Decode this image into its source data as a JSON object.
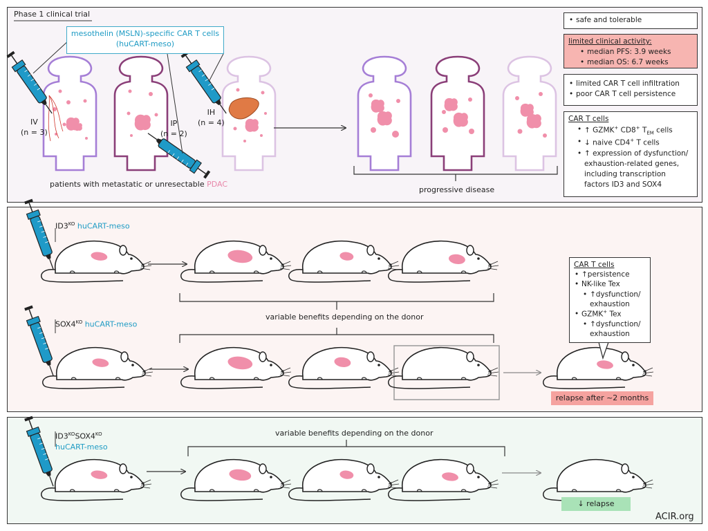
{
  "panel1": {
    "title": "Phase 1 clinical trial",
    "car_label_line1": "mesothelin (MSLN)-specific CAR T cells",
    "car_label_line2": "(huCART-meso)",
    "routes": [
      {
        "name": "IV",
        "n": "(n = 3)"
      },
      {
        "name": "IP",
        "n": "(n = 2)"
      },
      {
        "name": "IH",
        "n": "(n = 4)"
      }
    ],
    "patients_text": "patients with metastatic or unresectable",
    "patients_highlight": "PDAC",
    "outcome": "progressive disease",
    "side_boxes": {
      "safe": "safe and tolerable",
      "limited_title": "limited clinical activity:",
      "pfs": "median PFS: 3.9 weeks",
      "os": "median OS: 6.7 weeks",
      "infiltration": "limited CAR T cell infiltration",
      "persistence": "poor CAR T cell persistence",
      "cart_title": "CAR T cells",
      "cart_items": {
        "gzmk_a": "↑ GZMK",
        "gzmk_b": " CD8",
        "gzmk_c": " T",
        "gzmk_d": " cells",
        "naive_a": "↓ naive CD4",
        "naive_b": " T cells",
        "expr1": "↑ expression of dysfunction/",
        "expr2": "exhaustion-related genes,",
        "expr3": "including transcription",
        "expr4": "factors ID3 and SOX4"
      }
    }
  },
  "panel2": {
    "id3_gene": "ID3",
    "sox4_gene": "SOX4",
    "ko": "KO",
    "plus": "+",
    "em": "EM",
    "cart_suffix": " huCART-meso",
    "variable_benefits": "variable benefits depending on the donor",
    "callout_title": "CAR T cells",
    "callout_items": {
      "persistence": "↑persistence",
      "nklike": "NK-like Tex",
      "dys1": "↑dysfunction/",
      "exh1": "exhaustion",
      "gzmk": "GZMK",
      "tex": " Tex",
      "dys2": "↑dysfunction/",
      "exh2": "exhaustion"
    },
    "relapse_badge": "relapse after ~2 months"
  },
  "panel3": {
    "variable_benefits": "variable benefits depending on the donor",
    "cart_label": "huCART-meso",
    "relapse_badge": "↓ relapse"
  },
  "credit": "ACIR.org",
  "colors": {
    "purple": "#a57ed6",
    "plum": "#8a3e78",
    "lilac": "#dcc3e3",
    "tumor": "#f08faa",
    "syringe": "#1f9ac8",
    "liver": "#e07a45",
    "limited_bg": "#f7b5b1",
    "relapse_bg": "#f5a29f",
    "lower_relapse_bg": "#a9e2b7"
  }
}
